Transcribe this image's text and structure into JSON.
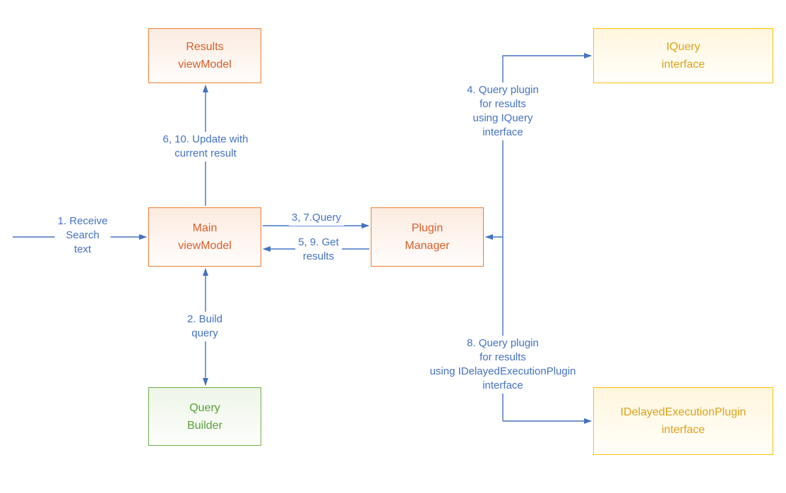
{
  "colors": {
    "arrow": "#4472C4",
    "label_text": "#4472C4",
    "orange_border": "#ED7D31",
    "orange_text": "#D95E28",
    "orange_fill": "#FBEBE0",
    "yellow_border": "#FFC000",
    "yellow_text": "#DDA217",
    "yellow_fill": "#FFF6DE",
    "green_border": "#70AD47",
    "green_text": "#56A038",
    "green_fill": "#EEF5E8"
  },
  "nodes": {
    "results_viewmodel": {
      "lines": [
        "Results",
        "viewModel"
      ]
    },
    "iquery_interface": {
      "lines": [
        "IQuery",
        "interface"
      ]
    },
    "main_viewmodel": {
      "lines": [
        "Main",
        "viewModel"
      ]
    },
    "plugin_manager": {
      "lines": [
        "Plugin",
        "Manager"
      ]
    },
    "query_builder": {
      "lines": [
        "Query",
        "Builder"
      ]
    },
    "idelayedexecutionplugin_interface": {
      "lines": [
        "IDelayedExecutionPlugin",
        "interface"
      ]
    }
  },
  "edges": {
    "receive_search": {
      "from": "external",
      "to": "main_viewmodel",
      "lines": [
        "1. Receive",
        "Search",
        "text"
      ]
    },
    "build_query": {
      "from": "main_viewmodel",
      "to": "query_builder",
      "bidirectional": true,
      "lines": [
        "2. Build",
        "query"
      ]
    },
    "query": {
      "from": "main_viewmodel",
      "to": "plugin_manager",
      "lines": [
        "3, 7.Query"
      ]
    },
    "query_plugin_iquery": {
      "from": "plugin_manager",
      "to": "iquery_interface",
      "lines": [
        "4. Query plugin",
        "for results",
        "using IQuery",
        "interface"
      ]
    },
    "get_results": {
      "from": "plugin_manager",
      "to": "main_viewmodel",
      "lines": [
        "5, 9. Get",
        "results"
      ]
    },
    "update_current_result": {
      "from": "main_viewmodel",
      "to": "results_viewmodel",
      "lines": [
        "6, 10. Update with",
        "current result"
      ]
    },
    "query_plugin_idelayed": {
      "from": "plugin_manager",
      "to": "idelayedexecutionplugin_interface",
      "lines": [
        "8. Query plugin",
        "for results",
        "using IDelayedExecutionPlugin",
        "interface"
      ]
    }
  }
}
